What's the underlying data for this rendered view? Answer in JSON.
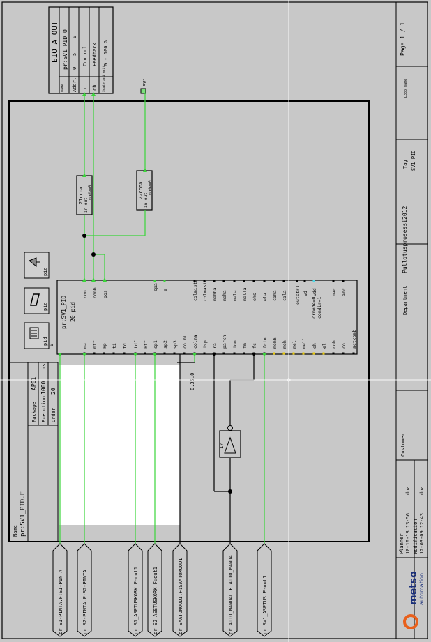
{
  "title_block": {
    "name_label": "Name",
    "name_value": "pr:SV1_PID.F",
    "package_label": "Package",
    "package_value": "AP01",
    "execution_label": "Execution",
    "execution_value": "1000",
    "execution_unit": "ms",
    "order_label": "Order",
    "order_value": "20",
    "department_label": "Department",
    "department_value": "Pullotusprosessi2012",
    "customer_label": "Customer",
    "tag_label": "Tag",
    "tag_value": "SV1_PID",
    "loop_label": "Loop name",
    "page_value": "Page 1 / 1",
    "planner_label": "Planner",
    "planner_date": "10-10-18 13:56",
    "planner_user": "dna",
    "modification_label": "Modification",
    "modification_date": "12-03-09 12:43",
    "modification_user": "dna",
    "brand_name": "metso",
    "brand_sub": "automation"
  },
  "eio_box": {
    "title": "EIO_A_OUT",
    "name_label": "Name",
    "name_value": "pr:SV1_PID_O",
    "addr_label": "Addr.",
    "addr_values": [
      "0",
      "5",
      "0"
    ],
    "control_label": "Control",
    "feedback_label": "Feedback",
    "scale_label": "Scale and unit",
    "scale_value": "0 - 100 %",
    "ports": [
      "c",
      "cb"
    ],
    "output_tag": "SV1"
  },
  "pid_block": {
    "name": "pr:SV1_PID",
    "type": "20 pid",
    "number": "0",
    "icon_label": "pid",
    "left_pins": [
      "ma",
      "mff",
      "kp",
      "ti",
      "td",
      "tdf",
      "kff",
      "sp1",
      "sp2",
      "sp3",
      "colmi",
      "colma",
      "isp",
      "ra",
      "parch",
      "ion",
      "fm",
      "fc",
      "fcin",
      "mehh",
      "meh",
      "mel",
      "mell",
      "eh",
      "el",
      "coh",
      "col",
      "actcomb"
    ],
    "right_pins_top": [
      "con",
      "conb",
      "pos"
    ],
    "right_pins_sp": [
      "spa",
      "e"
    ],
    "right_pins_status": [
      "colmista",
      "colmasta",
      "mehha",
      "meha",
      "mela",
      "mella",
      "ehs",
      "ela",
      "coha",
      "cola"
    ],
    "misc_pins": [
      "outctrl",
      "wd",
      "wdd",
      "mac",
      "amc"
    ],
    "mode_text_1": "crmode=0",
    "mode_text_2": "condir=1"
  },
  "ccoa_blocks": [
    {
      "title": "21ccoa",
      "pins": "in  out",
      "mode": "mode=0"
    },
    {
      "title": "22ccoa",
      "pins": "in  out",
      "mode": "mode=0"
    }
  ],
  "inverter": {
    "label": "17"
  },
  "constant_value": "0.35.0",
  "input_refs": [
    "pr:S1-PINTA.F:S1-PINTA",
    "pr:S2-PINTA.F:S2-PINTA",
    "pr:S1_ASETUSKORK.F:out1",
    "pr:S2_ASETUSKORK.F:out1",
    "pr:SAATOMOODI.F:SAATOMOODI",
    "pr:AUTO_MANUAL.F:AUTO_MANUA",
    "pr:SV1_ASETUS.F:out1"
  ],
  "colors": {
    "wire_green": "#3ad53a",
    "pin_yellow": "#e8c600",
    "pin_cyan": "#4fd7e6",
    "brand_orange": "#e8601c",
    "brand_blue": "#1a2f7a"
  }
}
